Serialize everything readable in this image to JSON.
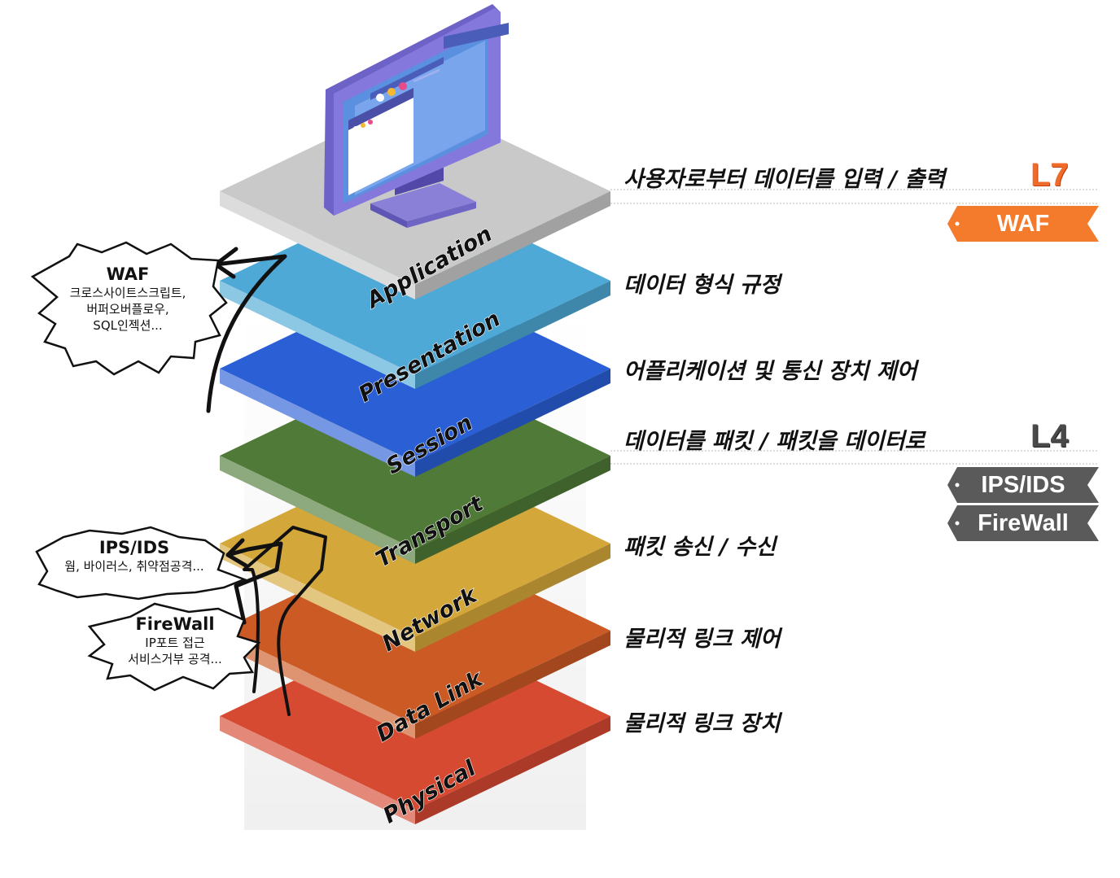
{
  "layers": [
    {
      "name": "Application",
      "description": "사용자로부터 데이터를 입력 / 출력"
    },
    {
      "name": "Presentation",
      "description": "데이터 형식 규정"
    },
    {
      "name": "Session",
      "description": "어플리케이션 및 통신 장치 제어"
    },
    {
      "name": "Transport",
      "description": "데이터를 패킷 / 패킷을 데이터로"
    },
    {
      "name": "Network",
      "description": "패킷 송신 / 수신"
    },
    {
      "name": "Data Link",
      "description": "물리적 링크 제어"
    },
    {
      "name": "Physical",
      "description": "물리적 링크 장치"
    }
  ],
  "levels": {
    "l7": "L7",
    "l4": "L4"
  },
  "tags": {
    "waf": "WAF",
    "ips_ids": "IPS/IDS",
    "firewall": "FireWall"
  },
  "bubbles": {
    "waf": {
      "title": "WAF",
      "lines": [
        "크로스사이트스크립트,",
        "버퍼오버플로우,",
        "SQL인젝션..."
      ]
    },
    "ips": {
      "title": "IPS/IDS",
      "lines": [
        "웜, 바이러스, 취약점공격..."
      ]
    },
    "firewall": {
      "title": "FireWall",
      "lines": [
        "IP포트 접근",
        "서비스거부 공격..."
      ]
    }
  },
  "colors": {
    "application": "#c9c9c9",
    "presentation": "#4ea9d6",
    "session": "#2a5fd6",
    "transport": "#4f7a38",
    "network": "#d4a73a",
    "datalink": "#cc5a25",
    "physical": "#d64a32",
    "l7": "#f06a2a",
    "l4": "#555555",
    "waf_tag": "#f47a2c",
    "dark_tag": "#5a5a5a",
    "monitor": "#7a6fd0",
    "screen": "#6fa0e8"
  }
}
